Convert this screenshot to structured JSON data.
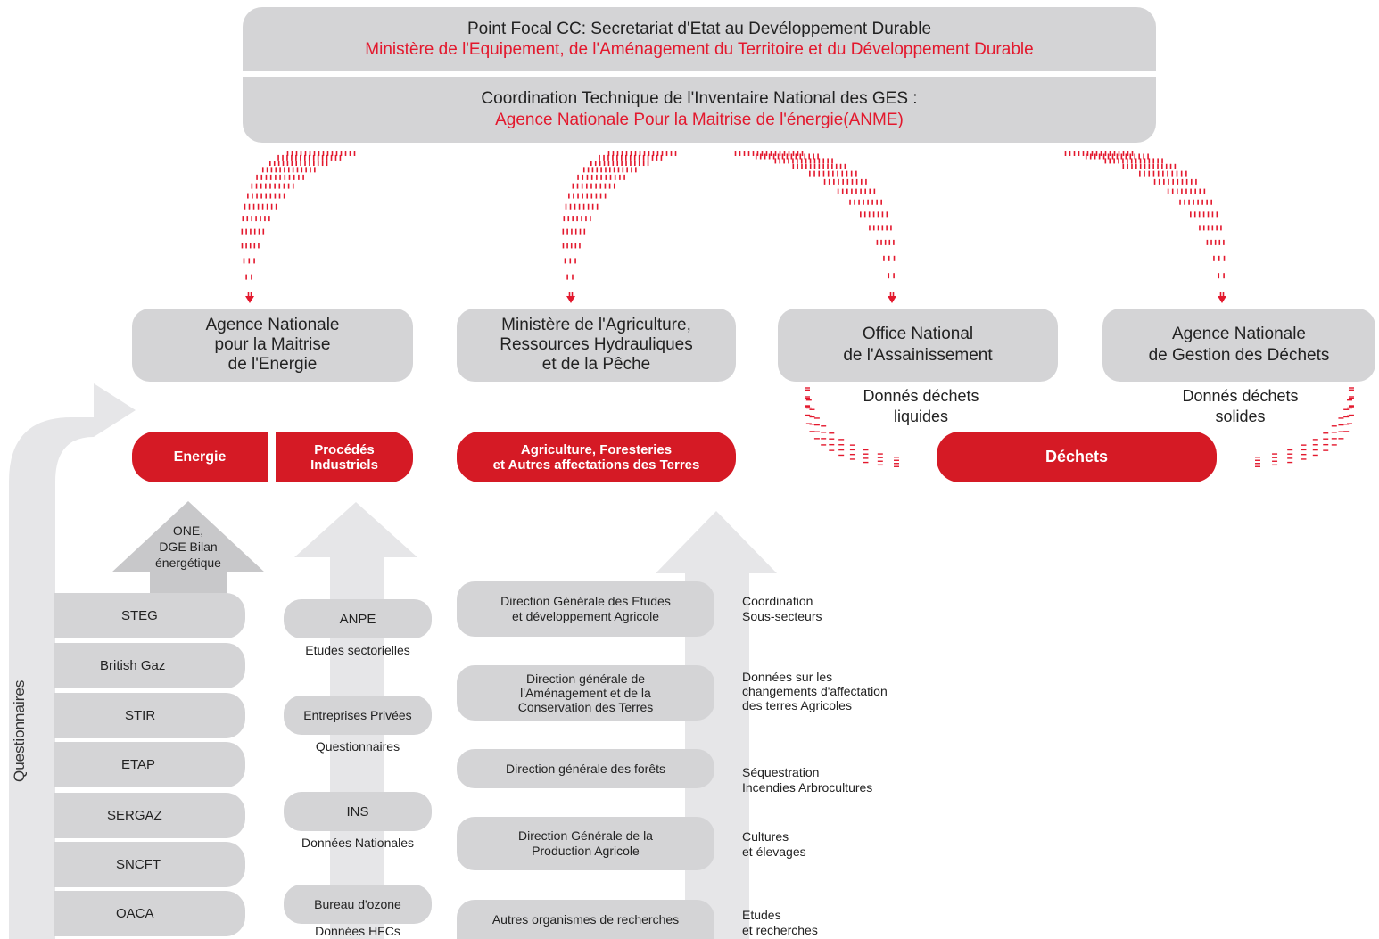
{
  "top": {
    "line1": "Point Focal CC: Secretariat d'Etat au Devéloppement Durable",
    "line2": "Ministère de l'Equipement, de l'Aménagement du Territoire et du Développement Durable",
    "line3": "Coordination Technique de l'Inventaire National des GES :",
    "line4": "Agence Nationale Pour la Maitrise de l'énergie(ANME)"
  },
  "agencies": {
    "anme": [
      "Agence Nationale",
      "pour la Maitrise",
      "de l'Energie"
    ],
    "agri": [
      "Ministère de l'Agriculture,",
      "Ressources Hydrauliques",
      "et de la Pêche"
    ],
    "onas": [
      "Office National",
      "de l'Assainissement"
    ],
    "anged": [
      "Agence Nationale",
      "de Gestion des Déchets"
    ]
  },
  "data_notes": {
    "liquid": [
      "Donnés déchets",
      "liquides"
    ],
    "solid": [
      "Donnés déchets",
      "solides"
    ]
  },
  "sectors": {
    "energie": "Energie",
    "procedes": [
      "Procédés",
      "Industriels"
    ],
    "agri": [
      "Agriculture, Foresteries",
      "et Autres affectations des Terres"
    ],
    "dechets": "Déchets"
  },
  "energy_arrow_label": [
    "ONE,",
    "DGE Bilan",
    "énergétique"
  ],
  "questionnaires_label": "Questionnaires",
  "energy_sources": [
    "STEG",
    "British Gaz",
    "STIR",
    "ETAP",
    "SERGAZ",
    "SNCFT",
    "OACA"
  ],
  "industry_sources": [
    {
      "name": "ANPE",
      "note": "Etudes sectorielles"
    },
    {
      "name": "Entreprises Privées",
      "note": "Questionnaires"
    },
    {
      "name": "INS",
      "note": "Données Nationales"
    },
    {
      "name": "Bureau d'ozone",
      "note": "Données HFCs"
    }
  ],
  "agri_sources": [
    {
      "name": [
        "Direction Générale des Etudes",
        "et développement Agricole"
      ],
      "note": [
        "Coordination",
        "Sous-secteurs"
      ]
    },
    {
      "name": [
        "Direction générale de",
        "l'Aménagement et de la",
        "Conservation des Terres"
      ],
      "note": [
        "Données sur  les",
        "changements d'affectation",
        "des terres Agricoles"
      ]
    },
    {
      "name": [
        "Direction générale des forêts"
      ],
      "note": [
        "Séquestration",
        "Incendies Arbrocultures"
      ]
    },
    {
      "name": [
        "Direction Générale de la",
        "Production Agricole"
      ],
      "note": [
        "Cultures",
        "et élevages"
      ]
    },
    {
      "name": [
        "Autres organismes de recherches"
      ],
      "note": [
        "Etudes",
        "et recherches"
      ]
    }
  ],
  "colors": {
    "red": "#d51a25",
    "red_text": "#e3182d",
    "gray_box": "#d4d4d6",
    "gray_arrow": "#e6e6e8"
  }
}
